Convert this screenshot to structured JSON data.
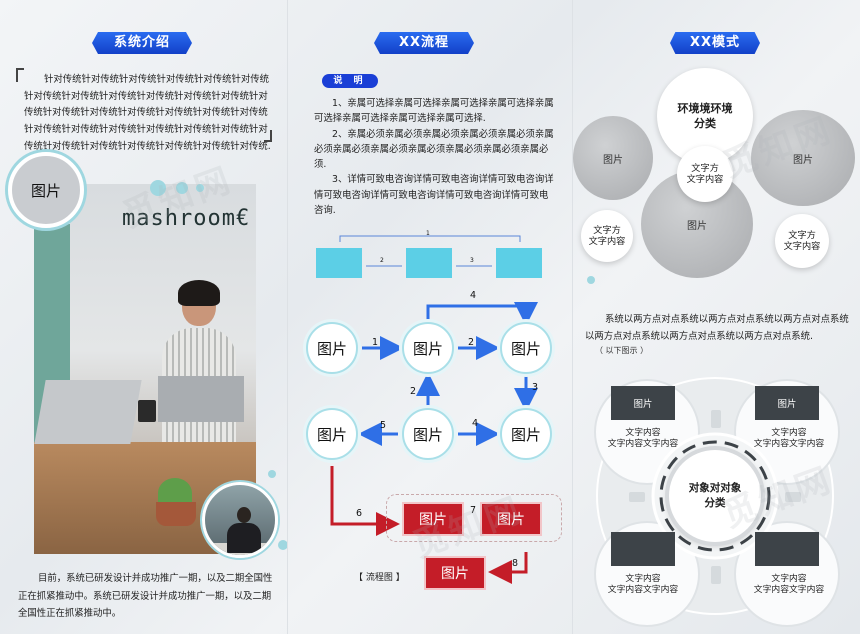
{
  "panel1": {
    "title": "系统介绍",
    "intro": "针对传统针对传统针对传统针对传统针对传统针对传统针对传统针对传统针对传统针对传统针对传统针对传统针对传统针对传统针对传统针对传统针对传统针对传统针对传统针对传统针对传统针对传统针对传统针对传统针对传统针对传统针对传统针对传统针对传统针对传统针对传统针对传统.",
    "circle_label": "图片",
    "photo_brand": "mashroom€",
    "bottom": "目前，系统已研发设计并成功推广一期，以及二期全国性正在抓紧推动中。系统已研发设计并成功推广一期，以及二期全国性正在抓紧推动中。"
  },
  "panel2": {
    "title": "XX流程",
    "badge": "说 明",
    "steps": [
      "1、亲属可选择亲属可选择亲属可选择亲属可选择亲属可选择亲属可选择亲属可选择亲属可选择.",
      "2、亲属必须亲属必须亲属必须亲属必须亲属必须亲属必须亲属必须亲属必须亲属必须亲属必须亲属必须亲属必须.",
      "3、详情可致电咨询详情可致电咨询详情可致电咨询详情可致电咨询详情可致电咨询详情可致电咨询详情可致电咨询."
    ],
    "bar_labels": [
      "1",
      "2",
      "3"
    ],
    "node_label": "图片",
    "arrow_labels": [
      "1",
      "2",
      "3",
      "4",
      "5",
      "4",
      "2",
      "6",
      "7",
      "8"
    ],
    "caption": "【 流程图 】"
  },
  "panel3": {
    "title": "XX模式",
    "center_title_1": "环境境环境",
    "center_title_2": "分类",
    "img_label": "图片",
    "bubble_text_1": "文字方",
    "bubble_text_2": "文字内容",
    "paragraph": "系统以两方点对点系统以两方点对点系统以两方点对点系统以两方点对点系统以两方点对点系统以两方点对点系统.",
    "note": "（ 以下图示 ）",
    "wheel_center_1": "对象对对象",
    "wheel_center_2": "分类",
    "wheel_text_1": "文字内容",
    "wheel_text_2": "文字内容文字内容"
  },
  "watermark": "觅知网",
  "colors": {
    "accent_blue": "#1a4fe0",
    "flow_red": "#c41d28",
    "cyan": "#5ccfe6",
    "teal_ring": "#a9dfe8"
  }
}
